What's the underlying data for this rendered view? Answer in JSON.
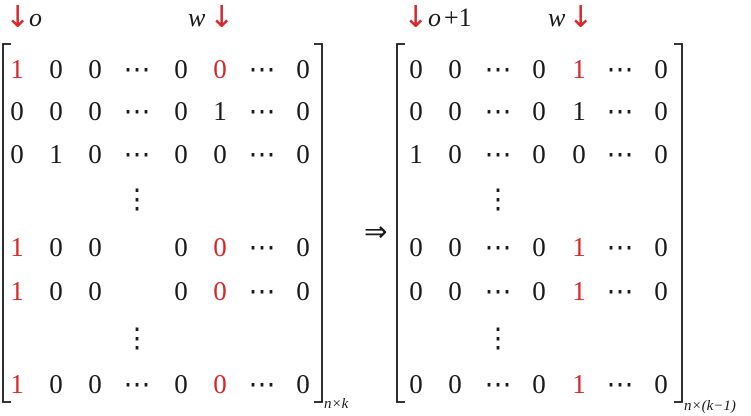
{
  "colors": {
    "default": "#1a1a1a",
    "highlight": "#d9262b",
    "arrow": "#d9262b"
  },
  "arrow_symbol": "↓",
  "left_matrix": {
    "header_labels": {
      "o": "o",
      "w": "w"
    },
    "subscript": "n×k",
    "rows": [
      [
        [
          "1",
          "r"
        ],
        [
          "0",
          ""
        ],
        [
          "0",
          ""
        ],
        [
          "⋯",
          ""
        ],
        [
          "0",
          ""
        ],
        [
          "0",
          "r"
        ],
        [
          "⋯",
          ""
        ],
        [
          "0",
          ""
        ]
      ],
      [
        [
          "0",
          ""
        ],
        [
          "0",
          ""
        ],
        [
          "0",
          ""
        ],
        [
          "⋯",
          ""
        ],
        [
          "0",
          ""
        ],
        [
          "1",
          ""
        ],
        [
          "⋯",
          ""
        ],
        [
          "0",
          ""
        ]
      ],
      [
        [
          "0",
          ""
        ],
        [
          "1",
          ""
        ],
        [
          "0",
          ""
        ],
        [
          "⋯",
          ""
        ],
        [
          "0",
          ""
        ],
        [
          "0",
          ""
        ],
        [
          "⋯",
          ""
        ],
        [
          "0",
          ""
        ]
      ],
      [
        [
          "",
          ""
        ],
        [
          "",
          ""
        ],
        [
          "",
          ""
        ],
        [
          "⋮",
          ""
        ],
        [
          "",
          ""
        ],
        [
          "",
          ""
        ],
        [
          "",
          ""
        ],
        [
          "",
          ""
        ]
      ],
      [
        [
          "1",
          "r"
        ],
        [
          "0",
          ""
        ],
        [
          "0",
          ""
        ],
        [
          "",
          ""
        ],
        [
          "0",
          ""
        ],
        [
          "0",
          "r"
        ],
        [
          "⋯",
          ""
        ],
        [
          "0",
          ""
        ]
      ],
      [
        [
          "1",
          "r"
        ],
        [
          "0",
          ""
        ],
        [
          "0",
          ""
        ],
        [
          "",
          ""
        ],
        [
          "0",
          ""
        ],
        [
          "0",
          "r"
        ],
        [
          "⋯",
          ""
        ],
        [
          "0",
          ""
        ]
      ],
      [
        [
          "",
          ""
        ],
        [
          "",
          ""
        ],
        [
          "",
          ""
        ],
        [
          "⋮",
          ""
        ],
        [
          "",
          ""
        ],
        [
          "",
          ""
        ],
        [
          "",
          ""
        ],
        [
          "",
          ""
        ]
      ],
      [
        [
          "1",
          "r"
        ],
        [
          "0",
          ""
        ],
        [
          "0",
          ""
        ],
        [
          "⋯",
          ""
        ],
        [
          "0",
          ""
        ],
        [
          "0",
          "r"
        ],
        [
          "⋯",
          ""
        ],
        [
          "0",
          ""
        ]
      ]
    ]
  },
  "implies_symbol": "⇒",
  "right_matrix": {
    "header_labels": {
      "o_plus_one": "o",
      "plus_one": "+1",
      "w": "w"
    },
    "subscript": "n×(k−1)",
    "rows": [
      [
        [
          "0",
          ""
        ],
        [
          "0",
          ""
        ],
        [
          "⋯",
          ""
        ],
        [
          "0",
          ""
        ],
        [
          "1",
          "r"
        ],
        [
          "⋯",
          ""
        ],
        [
          "0",
          ""
        ]
      ],
      [
        [
          "0",
          ""
        ],
        [
          "0",
          ""
        ],
        [
          "⋯",
          ""
        ],
        [
          "0",
          ""
        ],
        [
          "1",
          ""
        ],
        [
          "⋯",
          ""
        ],
        [
          "0",
          ""
        ]
      ],
      [
        [
          "1",
          ""
        ],
        [
          "0",
          ""
        ],
        [
          "⋯",
          ""
        ],
        [
          "0",
          ""
        ],
        [
          "0",
          ""
        ],
        [
          "⋯",
          ""
        ],
        [
          "0",
          ""
        ]
      ],
      [
        [
          "",
          ""
        ],
        [
          "",
          ""
        ],
        [
          "⋮",
          ""
        ],
        [
          "",
          ""
        ],
        [
          "",
          ""
        ],
        [
          "",
          ""
        ],
        [
          "",
          ""
        ]
      ],
      [
        [
          "0",
          ""
        ],
        [
          "0",
          ""
        ],
        [
          "⋯",
          ""
        ],
        [
          "0",
          ""
        ],
        [
          "1",
          "r"
        ],
        [
          "⋯",
          ""
        ],
        [
          "0",
          ""
        ]
      ],
      [
        [
          "0",
          ""
        ],
        [
          "0",
          ""
        ],
        [
          "⋯",
          ""
        ],
        [
          "0",
          ""
        ],
        [
          "1",
          "r"
        ],
        [
          "⋯",
          ""
        ],
        [
          "0",
          ""
        ]
      ],
      [
        [
          "",
          ""
        ],
        [
          "",
          ""
        ],
        [
          "⋮",
          ""
        ],
        [
          "",
          ""
        ],
        [
          "",
          ""
        ],
        [
          "",
          ""
        ],
        [
          "",
          ""
        ]
      ],
      [
        [
          "0",
          ""
        ],
        [
          "0",
          ""
        ],
        [
          "⋯",
          ""
        ],
        [
          "0",
          ""
        ],
        [
          "1",
          "r"
        ],
        [
          "⋯",
          ""
        ],
        [
          "0",
          ""
        ]
      ]
    ]
  }
}
